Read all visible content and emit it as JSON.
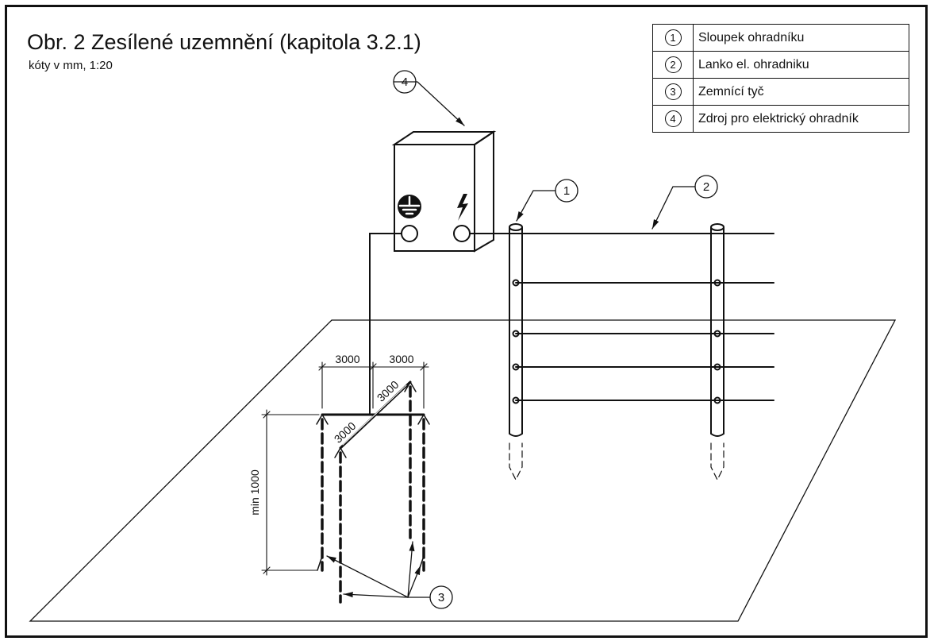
{
  "title": "Obr. 2 Zesílené uzemnění (kapitola 3.2.1)",
  "subtitle": "kóty v mm, 1:20",
  "legend": [
    {
      "num": "1",
      "label": "Sloupek ohradníku"
    },
    {
      "num": "2",
      "label": "Lanko el. ohradniku"
    },
    {
      "num": "3",
      "label": "Zemnící tyč"
    },
    {
      "num": "4",
      "label": "Zdroj pro elektrický ohradník"
    }
  ],
  "callouts": {
    "c1": "1",
    "c2": "2",
    "c3": "3",
    "c4": "4"
  },
  "dimensions": {
    "d1": "3000",
    "d2": "3000",
    "d3": "3000",
    "d4": "3000",
    "depth": "min 1000"
  },
  "icons": {
    "ground": "ground-symbol-icon",
    "lightning": "lightning-bolt-icon"
  }
}
